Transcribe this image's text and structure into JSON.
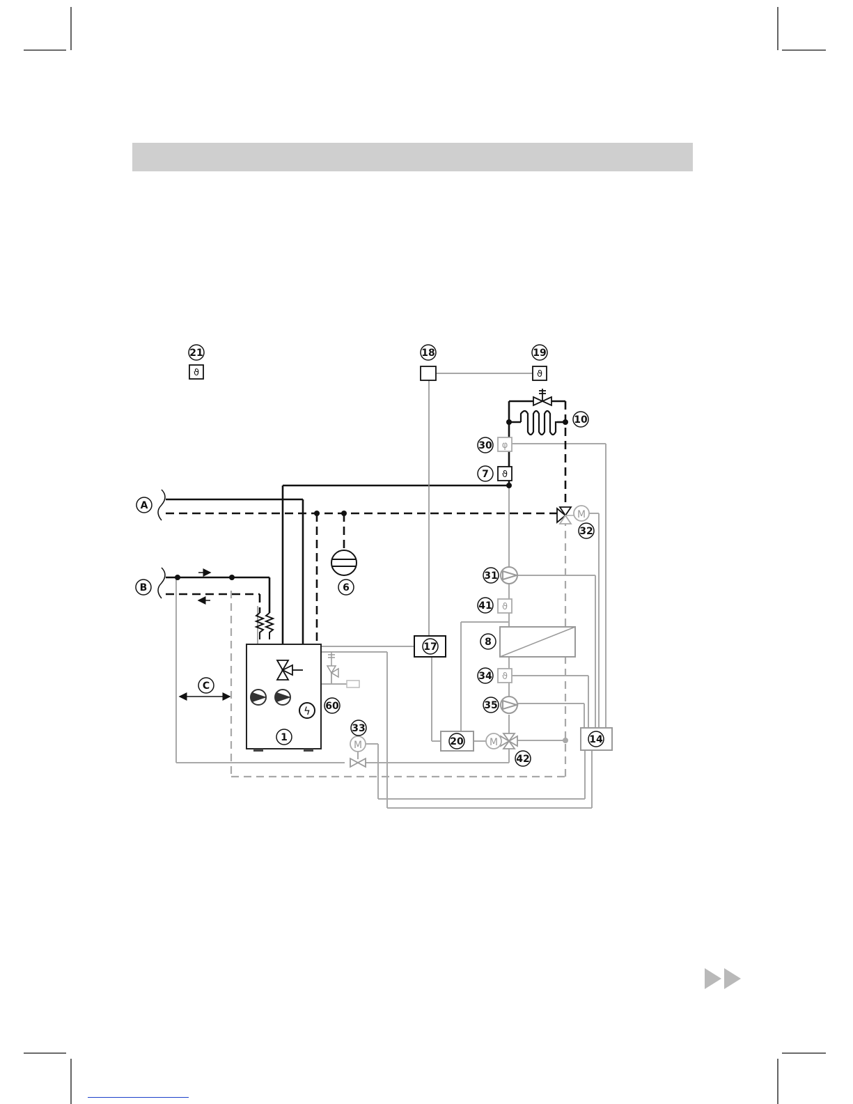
{
  "colors": {
    "black_line": "#111111",
    "gray_line": "#a8a8a8",
    "band": "#cfcfcf",
    "arrow": "#b9b9b9",
    "link": "#1a3fc9"
  },
  "labels": {
    "A": "A",
    "B": "B",
    "C": "C",
    "n1": "1",
    "n6": "6",
    "n7": "7",
    "n8": "8",
    "n10": "10",
    "n14": "14",
    "n17": "17",
    "n18": "18",
    "n19": "19",
    "n20": "20",
    "n21": "21",
    "n30": "30",
    "n31": "31",
    "n32": "32",
    "n33": "33",
    "n34": "34",
    "n35": "35",
    "n41": "41",
    "n42": "42",
    "n60": "60"
  },
  "symbols": {
    "temperature": "ϑ",
    "humidity": "φ",
    "motor": "M",
    "electric": "ϟ"
  },
  "icons": [
    "next-page-icon",
    "pump-icon",
    "three-way-valve-icon",
    "motor-icon",
    "heat-exchanger-icon",
    "expansion-vessel-icon",
    "temperature-sensor-icon",
    "humidity-sensor-icon"
  ]
}
